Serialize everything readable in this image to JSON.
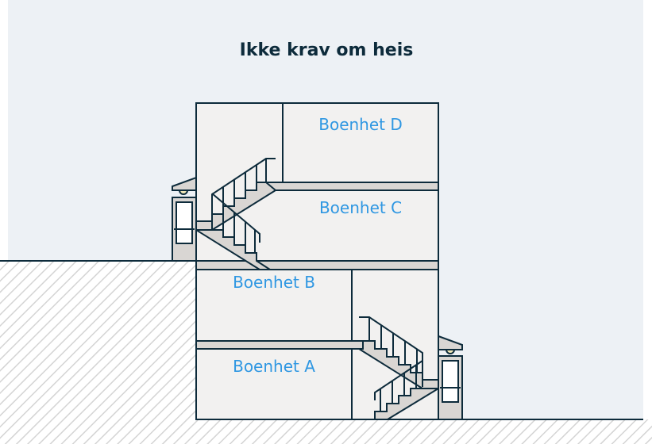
{
  "title": "Ikke krav om heis",
  "units": [
    "Boenhet D",
    "Boenhet C",
    "Boenhet B",
    "Boenhet A"
  ],
  "colors": {
    "sky": "#edf1f5",
    "wall": "#f2f1f0",
    "line": "#0d2b3b",
    "stair": "#d9d6d3",
    "label": "#2f97e2",
    "hatch": "#d4d4d4"
  }
}
